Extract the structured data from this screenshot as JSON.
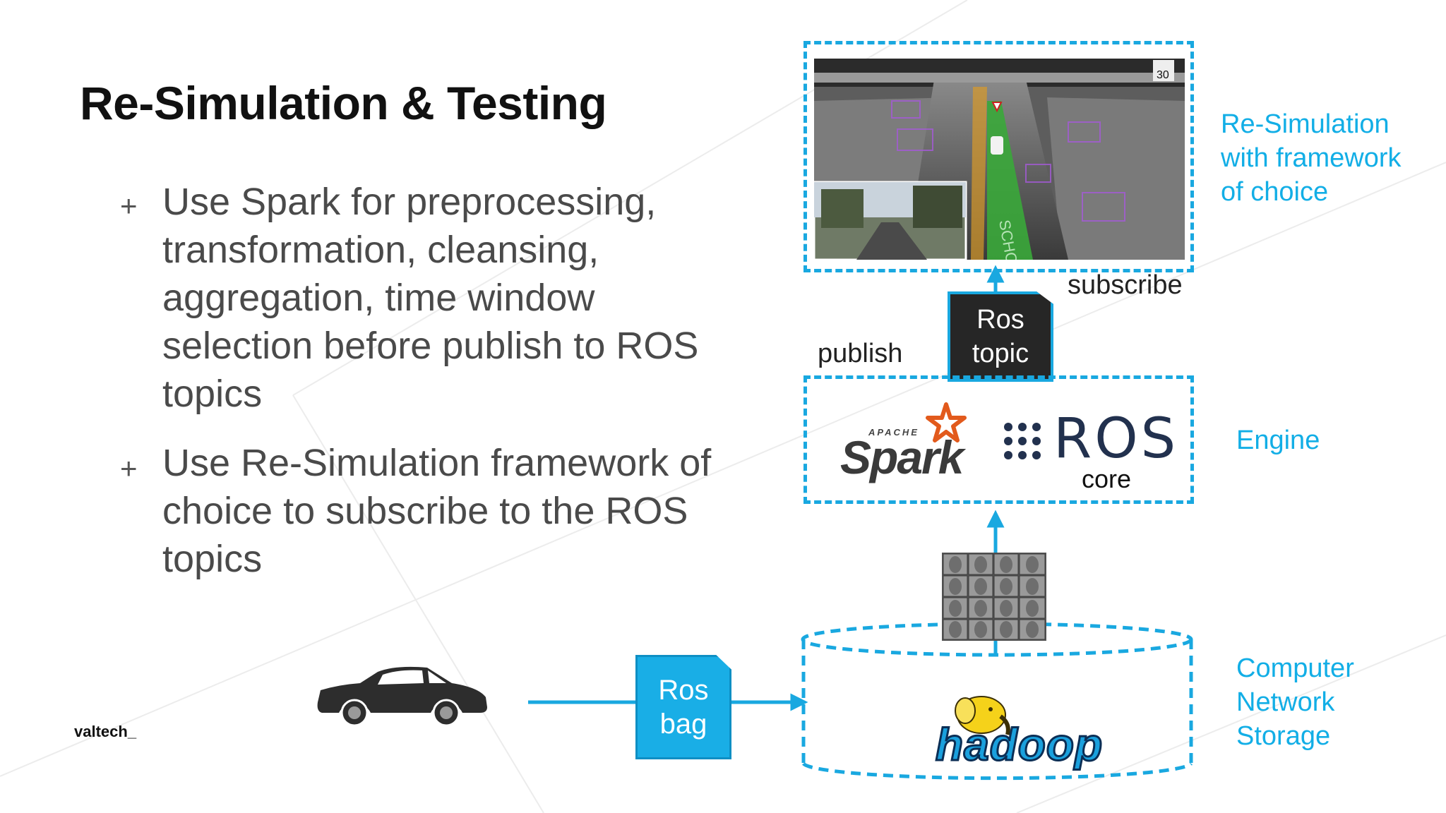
{
  "slide": {
    "title": "Re-Simulation & Testing",
    "bullets": [
      {
        "marker": "+",
        "text": "Use Spark for preprocessing, transformation, cleansing, aggregation, time window selection before publish to ROS topics"
      },
      {
        "marker": "+",
        "text": "Use Re-Simulation framework of choice to subscribe to the ROS topics"
      }
    ],
    "footer_logo": "valtech_"
  },
  "diagram": {
    "sim_label": "Re-Simulation with framework of choice",
    "engine_label": "Engine",
    "storage_label": "Computer Network Storage",
    "publish_label": "publish",
    "subscribe_label": "subscribe",
    "ros_topic": {
      "line1": "Ros",
      "line2": "topic"
    },
    "ros_bag": {
      "line1": "Ros",
      "line2": "bag"
    },
    "spark": {
      "apache": "APACHE",
      "word": "Spark"
    },
    "ros": {
      "word": "ROS",
      "core": "core"
    },
    "hadoop": "hadoop",
    "sim_overlay": {
      "road_text": "SCHOOL",
      "speed_sign": "30"
    }
  },
  "colors": {
    "accent": "#19a8e0",
    "dark_box": "#262626",
    "title": "#111111",
    "body_text": "#4a4a4a"
  }
}
